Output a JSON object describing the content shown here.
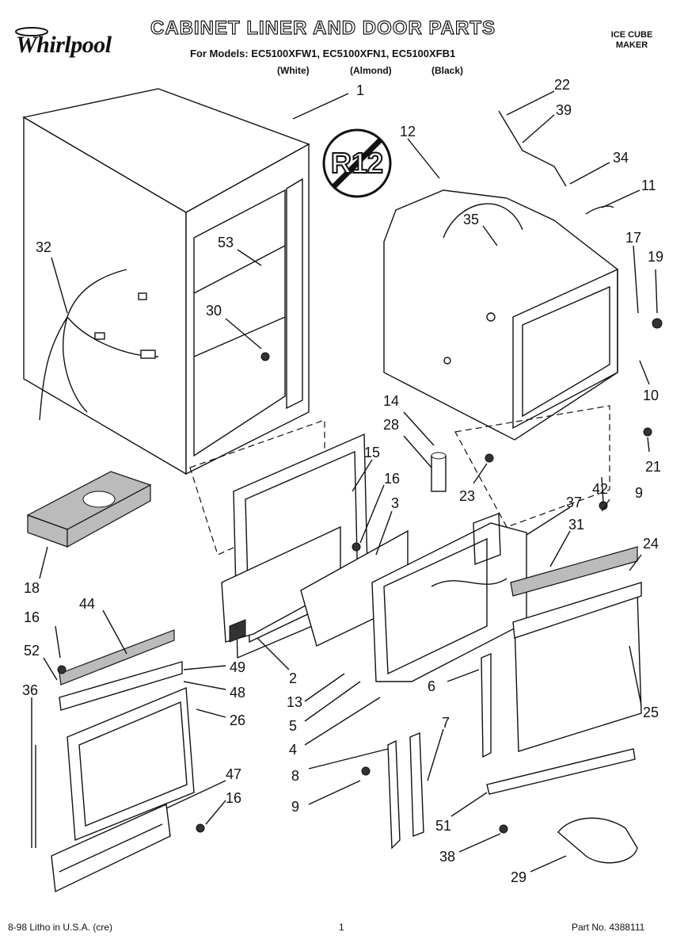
{
  "header": {
    "brand": "Whirlpool",
    "title": "CABINET LINER AND DOOR PARTS",
    "models": "For Models: EC5100XFW1, EC5100XFN1, EC5100XFB1",
    "variants": [
      "(White)",
      "(Almond)",
      "(Black)"
    ],
    "category_line1": "ICE CUBE",
    "category_line2": "MAKER"
  },
  "badge": {
    "text": "R12"
  },
  "callouts": {
    "c1": "1",
    "c2": "2",
    "c3": "3",
    "c4": "4",
    "c5": "5",
    "c6": "6",
    "c7": "7",
    "c8": "8",
    "c9a": "9",
    "c9b": "9",
    "c10": "10",
    "c11": "11",
    "c12": "12",
    "c13": "13",
    "c14": "14",
    "c15": "15",
    "c16a": "16",
    "c16b": "16",
    "c16c": "16",
    "c17": "17",
    "c18": "18",
    "c19": "19",
    "c21": "21",
    "c22": "22",
    "c23": "23",
    "c24": "24",
    "c25": "25",
    "c26": "26",
    "c28": "28",
    "c29": "29",
    "c30": "30",
    "c31": "31",
    "c32": "32",
    "c34": "34",
    "c35": "35",
    "c36": "36",
    "c37": "37",
    "c38": "38",
    "c39": "39",
    "c42": "42",
    "c44": "44",
    "c47": "47",
    "c48": "48",
    "c49": "49",
    "c51": "51",
    "c52": "52",
    "c53": "53"
  },
  "footer": {
    "litho": "8-98 Litho in U.S.A. (cre)",
    "page": "1",
    "part_no": "Part No. 4388111"
  }
}
